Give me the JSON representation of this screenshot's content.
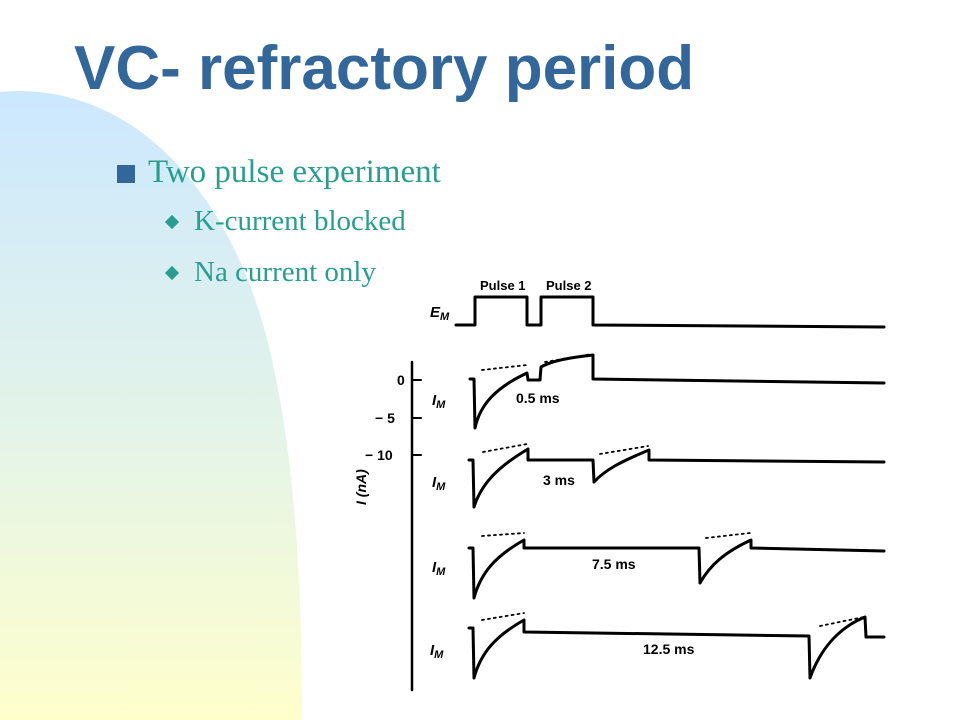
{
  "slide": {
    "title": "VC- refractory period",
    "bullets": [
      {
        "level": 1,
        "text": "Two pulse experiment",
        "icon": "square-bullet-icon"
      },
      {
        "level": 2,
        "text": "K-current blocked",
        "icon": "diamond-bullet-icon"
      },
      {
        "level": 2,
        "text": "Na current only",
        "icon": "diamond-bullet-icon"
      }
    ],
    "colors": {
      "title": "#336699",
      "bullet_text": "#2a9d8f",
      "bullet_square": "#336699",
      "bg_gradient_top": "#cce8ff",
      "bg_gradient_bottom": "#ffffcc"
    }
  },
  "figure": {
    "pulse1_label": "Pulse 1",
    "pulse2_label": "Pulse 2",
    "em_label": "E",
    "em_sub": "M",
    "y_axis_label": "I (nA)",
    "y_ticks": [
      "0",
      "− 5",
      "− 10"
    ],
    "im_label": "I",
    "im_sub": "M",
    "intervals": [
      "0.5 ms",
      "3 ms",
      "7.5 ms",
      "12.5 ms"
    ]
  }
}
